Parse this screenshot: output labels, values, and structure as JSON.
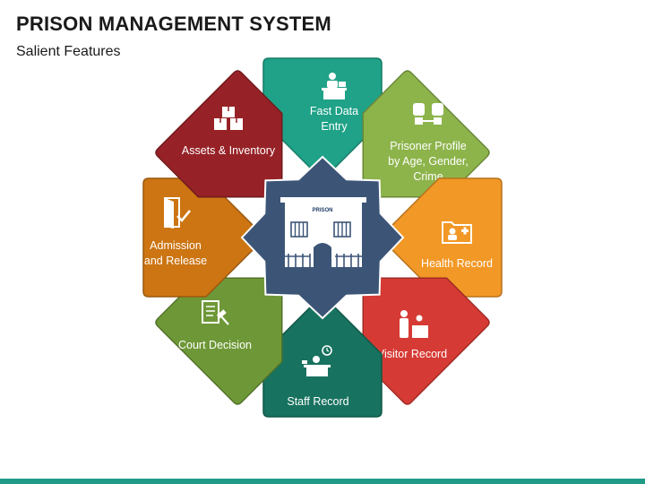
{
  "header": {
    "title": "PRISON MANAGEMENT SYSTEM",
    "subtitle": "Salient Features"
  },
  "center": {
    "sign": "PRISON",
    "icon": "prison-building-icon",
    "star_color": "#3c5577"
  },
  "features": [
    {
      "id": "fast-data-entry",
      "lines": [
        "Fast Data",
        "Entry"
      ],
      "icon": "desk-worker-icon",
      "color": "#1fa288"
    },
    {
      "id": "prisoner-profile",
      "lines": [
        "Prisoner Profile",
        "by Age, Gender,",
        "Crime"
      ],
      "icon": "handcuffed-fists-icon",
      "color": "#8db44b"
    },
    {
      "id": "health-record",
      "lines": [
        "Health Record"
      ],
      "icon": "medical-folder-icon",
      "color": "#f29826"
    },
    {
      "id": "visitor-record",
      "lines": [
        "Visitor Record"
      ],
      "icon": "visitor-desk-icon",
      "color": "#d63a34"
    },
    {
      "id": "staff-record",
      "lines": [
        "Staff Record"
      ],
      "icon": "staff-desk-clock-icon",
      "color": "#17725f"
    },
    {
      "id": "court-decision",
      "lines": [
        "Court Decision"
      ],
      "icon": "gavel-document-icon",
      "color": "#6e9837"
    },
    {
      "id": "admission-release",
      "lines": [
        "Admission",
        "and Release"
      ],
      "icon": "door-check-icon",
      "color": "#cc7512"
    },
    {
      "id": "assets-inventory",
      "lines": [
        "Assets & Inventory"
      ],
      "icon": "stacked-boxes-icon",
      "color": "#962227"
    }
  ]
}
